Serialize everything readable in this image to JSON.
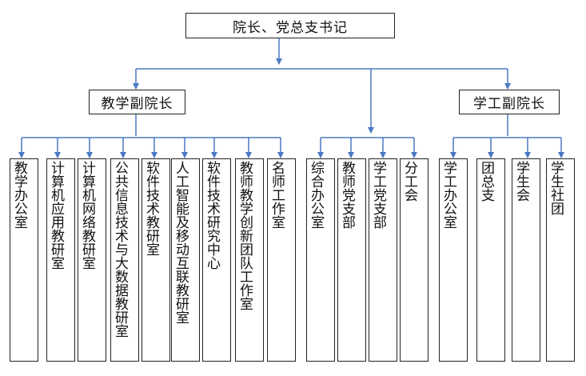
{
  "top": {
    "label": "院长、党总支书记"
  },
  "left_branch": {
    "label": "教学副院长",
    "units": [
      "教学办公室",
      "计算机应用教研室",
      "计算机网络教研室",
      "公共信息技术与大数据教研室",
      "软件技术教研室",
      "人工智能及移动互联教研室",
      "软件技术研究中心",
      "教师教学创新团队工作室",
      "名师工作室"
    ]
  },
  "middle_units": [
    "综合办公室",
    "教师党支部",
    "学工党支部",
    "分工会"
  ],
  "right_branch": {
    "label": "学工副院长",
    "units": [
      "学工办公室",
      "团总支",
      "学生会",
      "学生社团"
    ]
  },
  "colors": {
    "connector": "#4a78c2",
    "border": "#222222",
    "text": "#111111"
  }
}
